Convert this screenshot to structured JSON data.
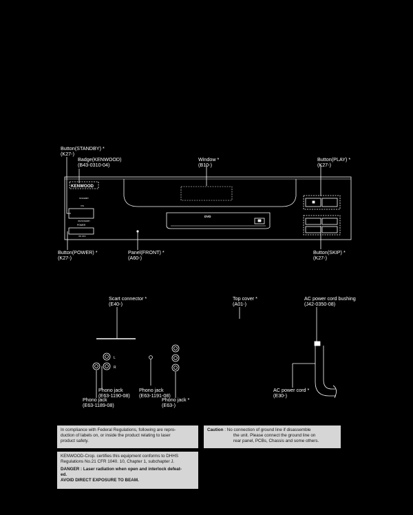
{
  "front_view": {
    "standby_button": {
      "name": "Button(STANDBY) *",
      "part": "(K27-)"
    },
    "badge": {
      "name": "Badge(KENWOOD)",
      "part": "(B43-0310-04)"
    },
    "window": {
      "name": "Window *",
      "part": "(B10-)"
    },
    "play_button": {
      "name": "Button(PLAY) *",
      "part": "(K27-)"
    },
    "power_button": {
      "name": "Button(POWER) *",
      "part": "(K27-)"
    },
    "front_panel": {
      "name": "Panel(FRONT) *",
      "part": "(A60-)"
    },
    "skip_button": {
      "name": "Button(SKIP) *",
      "part": "(K27-)"
    },
    "device": {
      "logo": "KENWOOD",
      "standby_text": "STANDBY",
      "vfd_text": "V/S",
      "on_standby_text": "ON/STANDBY",
      "power_text": "POWER",
      "on_off_text": "ON  OFF",
      "dvd_logo": "DVD"
    }
  },
  "parts": {
    "scart_connector": {
      "name": "Scart connector *",
      "part": "(E40-)"
    },
    "top_cover": {
      "name": "Top cover *",
      "part": "(A01-)"
    },
    "ac_bushing": {
      "name": "AC power cord bushing",
      "part": "(J42-0350-08)"
    },
    "phono_jack_1190": {
      "name": "Phono jack",
      "part": "(E63-1190-08)"
    },
    "phono_jack_1189": {
      "name": "Phono jack",
      "part": "(E63-1189-08)"
    },
    "phono_jack_1191": {
      "name": "Phono jack",
      "part": "(E63-1191-08)"
    },
    "phono_jack_e63": {
      "name": "Phono jack *",
      "part": "(E63-)"
    },
    "ac_cord": {
      "name": "AC power cord *",
      "part": "(E30-)"
    },
    "jack_l": "L",
    "jack_r": "R"
  },
  "notices": {
    "federal": [
      "In compliance with Federal Regulations, following are repro-",
      "duction of labels on, or inside the product relating to laser",
      "product safety."
    ],
    "dhhs": [
      "KENWOOD-Crop. certifies this equipment conforms to DHHS",
      "Regulations No.21 CFR 1040. 10, Chapter 1, subchapter J."
    ],
    "danger": [
      "DANGER : Laser radiation when open and interlock defeat-",
      "ed."
    ],
    "avoid": "AVOID DIRECT EXPOSURE TO BEAM.",
    "caution_title": "Caution",
    "caution_lines": [
      ": No connection of ground line if disassemble",
      "the unit.  Please connect the ground line on",
      "rear panel, PCBs, Chassis and some others."
    ]
  },
  "colors": {
    "background": "#000000",
    "ink": "#ffffff",
    "notice_box": "#d6d6d6",
    "notice_text": "#111111"
  }
}
